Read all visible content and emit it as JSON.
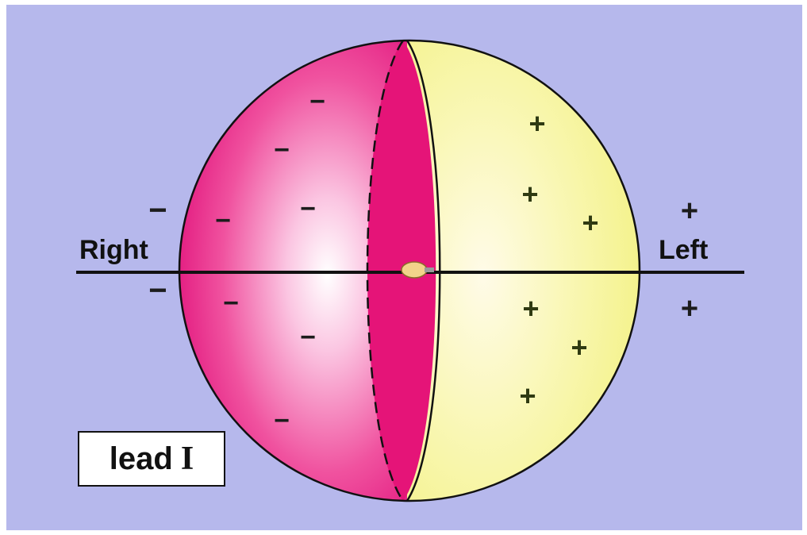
{
  "labels": {
    "right": "Right",
    "left": "Left",
    "lead_word": "lead",
    "lead_numeral": "I"
  },
  "signs": {
    "negative": "−",
    "positive": "+"
  },
  "colors": {
    "background": "#b6b8ec",
    "negative_hemisphere": "#e8157a",
    "positive_hemisphere": "#f5f58e",
    "axis_line": "#111111",
    "electrode": "#f2d38a"
  }
}
